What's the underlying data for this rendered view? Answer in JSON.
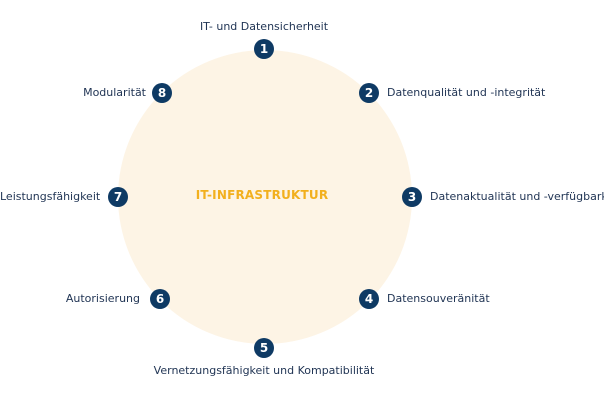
{
  "colors": {
    "circle_fill": "#fdf4e5",
    "center_text": "#f2b01e",
    "badge_fill": "#0e3a64",
    "label_text": "#1f3353"
  },
  "center": {
    "label": "IT-INFRASTRUKTUR"
  },
  "nodes": [
    {
      "number": "1",
      "label": "IT- und Datensicherheit"
    },
    {
      "number": "2",
      "label": "Datenqualität und -integrität"
    },
    {
      "number": "3",
      "label": "Datenaktualität und -verfügbarkeit"
    },
    {
      "number": "4",
      "label": "Datensouveränität"
    },
    {
      "number": "5",
      "label": "Vernetzungsfähigkeit und Kompatibilität"
    },
    {
      "number": "6",
      "label": "Autorisierung"
    },
    {
      "number": "7",
      "label": "Leistungsfähigkeit"
    },
    {
      "number": "8",
      "label": "Modularität"
    }
  ]
}
